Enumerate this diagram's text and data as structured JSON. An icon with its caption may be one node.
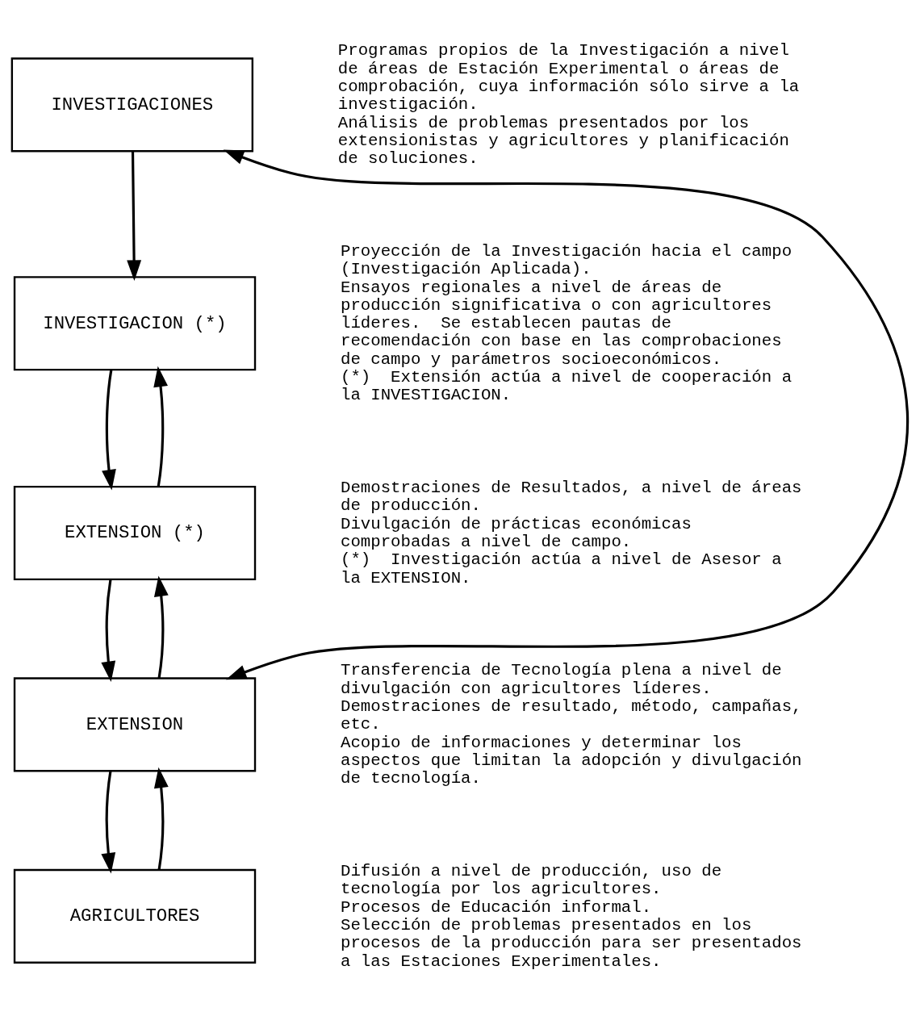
{
  "diagram": {
    "nodes": [
      {
        "text": [
          "INVESTIGACIONES"
        ],
        "beside": [
          "Programas propios de la Investigación a nivel de áreas de Estación Experimental o áreas de comprobación, cuya información sólo sirve a la investigación.",
          "Análisis de problemas presentados por los extensionistas y agricultores y planificación de soluciones."
        ]
      },
      {
        "text": [
          "INVESTIGACION (*)"
        ],
        "beside": [
          "Proyección de la Investigación hacia el campo (Investigación Aplicada).",
          "Ensayos regionales a nivel de áreas de producción significativa o con agricultores líderes.  Se establecen pautas de recomendación con base en las comprobaciones de campo y parámetros socioeconómicos.",
          "(*)  Extensión actúa a nivel de cooperación a la INVESTIGACION."
        ]
      },
      {
        "text": [
          "EXTENSION (*)"
        ],
        "beside": [
          "Demostraciones de Resultados, a nivel de áreas  de producción.",
          "Divulgación de prácticas económicas comprobadas a nivel de campo.",
          "(*)  Investigación actúa a nivel de Asesor a la EXTENSION."
        ]
      },
      {
        "text": [
          "EXTENSION"
        ],
        "beside": [
          "Transferencia de Tecnología plena a nivel de divulgación con agricultores líderes.",
          "Demostraciones de resultado, método, campañas, etc.",
          "Acopio de informaciones y determinar los aspectos que limitan la adopción y divulgación de tecnología."
        ]
      },
      {
        "text": [
          "AGRICULTORES"
        ],
        "beside": [
          "Difusión a nivel de producción, uso de tecnología por los agricultores.",
          "Procesos de Educación informal.",
          "Selección de problemas presentados en los procesos de la producción para ser presentados a las Estaciones Experimentales."
        ]
      }
    ],
    "edges": [
      {
        "from": 0,
        "to": 1,
        "arrow": "to"
      },
      {
        "from": 1,
        "to": 2,
        "arrow": "to"
      },
      {
        "from": 2,
        "to": 1,
        "arrow": "to"
      },
      {
        "from": 2,
        "to": 3,
        "arrow": "to"
      },
      {
        "from": 3,
        "to": 2,
        "arrow": "to"
      },
      {
        "from": 3,
        "to": 4,
        "arrow": "to"
      },
      {
        "from": 4,
        "to": 3,
        "arrow": "to"
      },
      {
        "from": 3,
        "to": 0,
        "arrow": "both"
      }
    ]
  }
}
